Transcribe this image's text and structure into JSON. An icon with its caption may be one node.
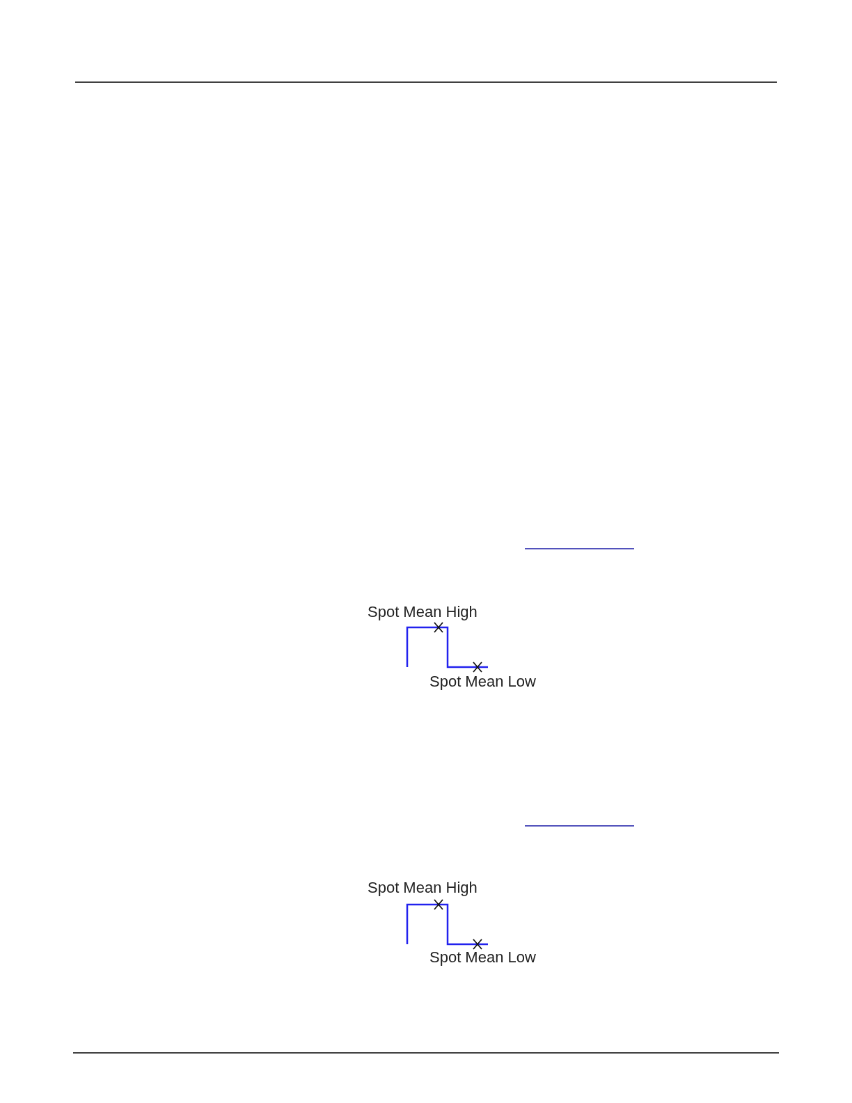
{
  "diagram": {
    "labels": [
      "Spot Mean High",
      "Spot Mean Low",
      "Spot Mean High",
      "Spot Mean Low"
    ]
  }
}
